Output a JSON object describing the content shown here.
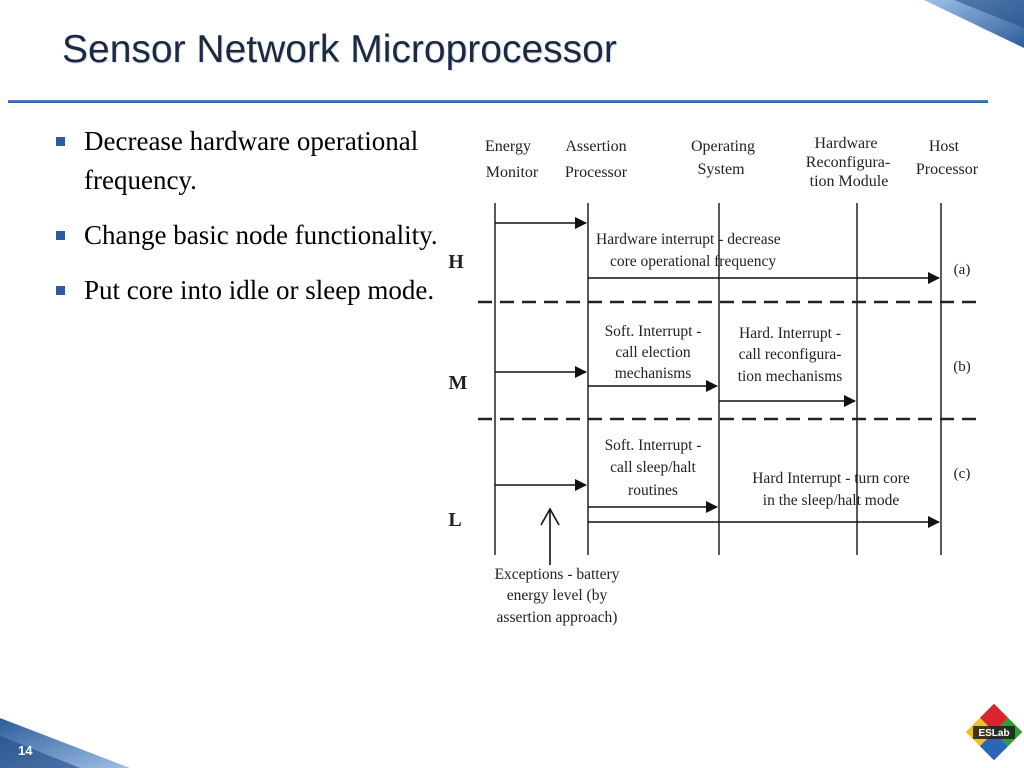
{
  "slide": {
    "title": "Sensor Network Microprocessor",
    "number": "14"
  },
  "bullets": [
    "Decrease hardware operational frequency.",
    "Change basic node functionality.",
    "Put core into idle or sleep mode."
  ],
  "diagram": {
    "actors": [
      {
        "lines": [
          "Energy",
          "Monitor"
        ]
      },
      {
        "lines": [
          "Assertion",
          "Processor"
        ]
      },
      {
        "lines": [
          "Operating",
          "System"
        ]
      },
      {
        "lines": [
          "Hardware",
          "Reconfigura-",
          "tion Module"
        ]
      },
      {
        "lines": [
          "Host",
          "Processor"
        ]
      }
    ],
    "levels": {
      "high": {
        "label": "H",
        "color": "#2e9e2e"
      },
      "medium": {
        "label": "M",
        "color": "#2a66b8"
      },
      "low": {
        "label": "L",
        "color": "#d0201a"
      }
    },
    "messages": {
      "a": [
        "Hardware interrupt  - decrease",
        "core operational frequency"
      ],
      "b_soft": [
        "Soft. Interrupt -",
        "call election",
        "mechanisms"
      ],
      "b_hard": [
        "Hard. Interrupt -",
        "call reconfigura-",
        "tion  mechanisms"
      ],
      "c_soft": [
        "Soft. Interrupt -",
        "call sleep/halt",
        "routines"
      ],
      "c_hard": [
        "Hard Interrupt - turn core",
        "in the sleep/halt mode"
      ]
    },
    "case_labels": {
      "a": "(a)",
      "b": "(b)",
      "c": "(c)"
    },
    "exceptions": [
      "Exceptions - battery",
      "energy level (by",
      "assertion approach)"
    ]
  },
  "logo": {
    "text": "ESLab",
    "colors": [
      "#d9262e",
      "#2e9e2e",
      "#f2c11b",
      "#2a66b8"
    ]
  },
  "theme": {
    "accent": "#2d5c9a",
    "title_color": "#1a2a44"
  }
}
